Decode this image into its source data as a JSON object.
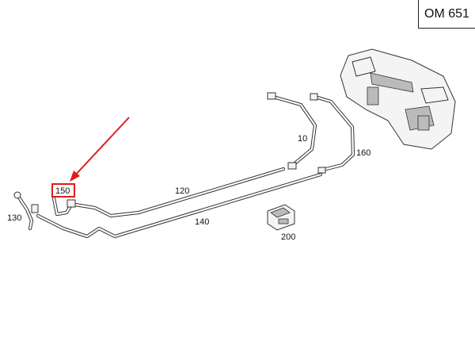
{
  "engine_code": "OM 651",
  "highlight_color": "#e01b1b",
  "callouts": {
    "c10": "10",
    "c120": "120",
    "c130": "130",
    "c140": "140",
    "c150": "150",
    "c160": "160",
    "c200": "200"
  }
}
